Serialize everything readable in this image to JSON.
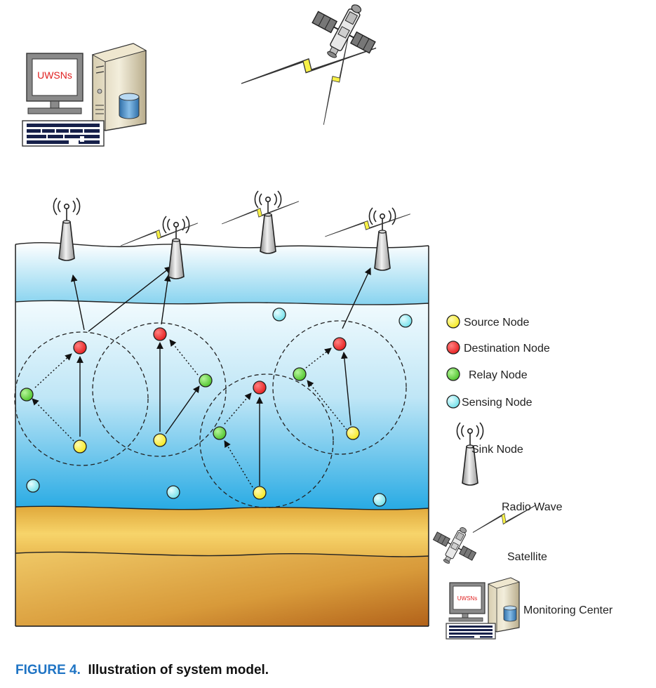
{
  "screen_label": "UWSNs",
  "legend": {
    "source": "Source Node",
    "destination": "Destination Node",
    "relay": "Relay Node",
    "sensing": "Sensing Node",
    "sink": "Sink Node",
    "radio": "Radio Wave",
    "satellite": "Satellite",
    "monitoring": "Monitoring Center"
  },
  "caption": {
    "figure": "FIGURE 4.",
    "text": "Illustration of system model."
  },
  "colors": {
    "source": "#f5e81e",
    "destination": "#e61e1e",
    "relay": "#5cd43a",
    "sensing": "#7fe8ee",
    "lightning": "#f4ee1c",
    "caption_accent": "#1f74c4"
  }
}
